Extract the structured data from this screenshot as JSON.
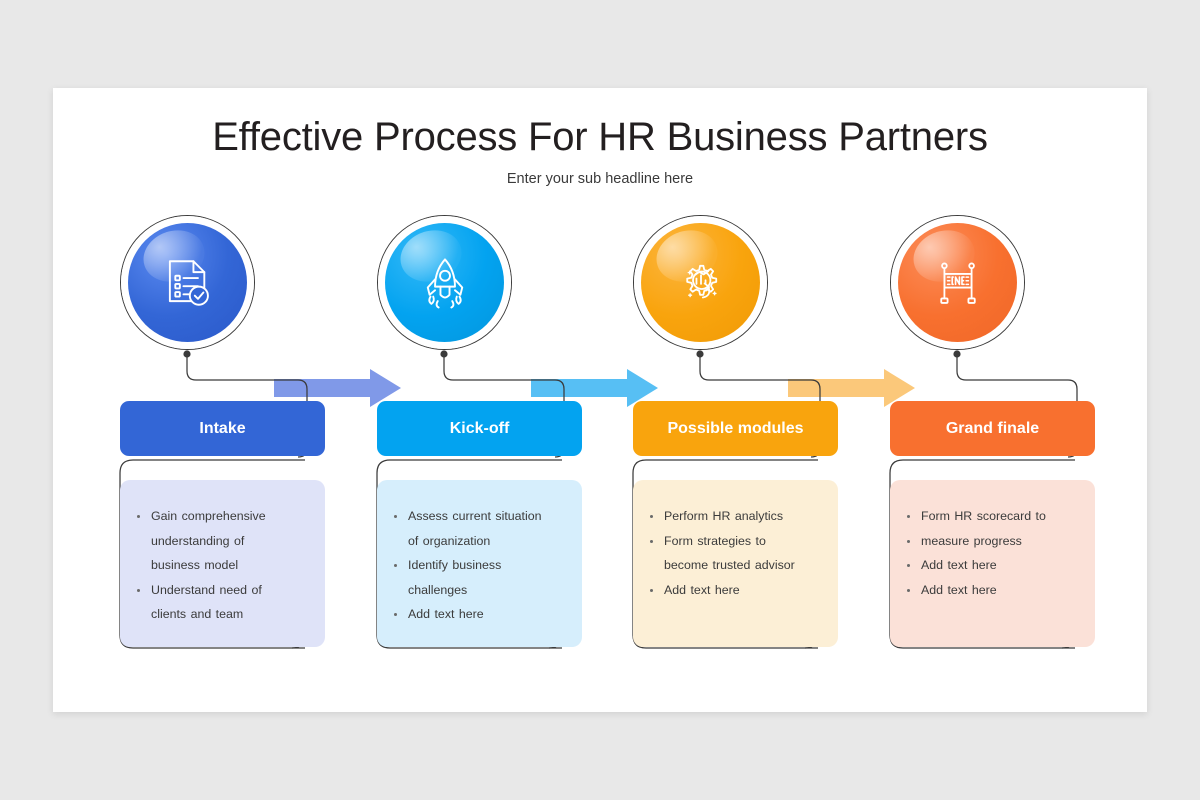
{
  "slide": {
    "title": "Effective Process For HR Business Partners",
    "subtitle": "Enter your sub headline here",
    "background_color": "#e8e8e8",
    "canvas_color": "#ffffff"
  },
  "stages": [
    {
      "id": "intake",
      "label": "Intake",
      "icon": "document-checklist-icon",
      "accent_color": "#3366d6",
      "panel_color": "#dfe3f8",
      "bullets": [
        {
          "text": "Gain comprehensive",
          "continuation": false
        },
        {
          "text": "understanding of",
          "continuation": true
        },
        {
          "text": "business model",
          "continuation": true
        },
        {
          "text": "Understand need of",
          "continuation": false
        },
        {
          "text": "clients and team",
          "continuation": true
        }
      ]
    },
    {
      "id": "kick-off",
      "label": "Kick-off",
      "icon": "rocket-icon",
      "accent_color": "#03a3f0",
      "panel_color": "#d6eefc",
      "bullets": [
        {
          "text": "Assess current situation",
          "continuation": false
        },
        {
          "text": "of organization",
          "continuation": true
        },
        {
          "text": "Identify business",
          "continuation": false
        },
        {
          "text": "challenges",
          "continuation": true
        },
        {
          "text": "Add text here",
          "continuation": false
        }
      ]
    },
    {
      "id": "possible-modules",
      "label": "Possible modules",
      "icon": "gear-analytics-growth-icon",
      "accent_color": "#f9a40d",
      "panel_color": "#fcefd6",
      "bullets": [
        {
          "text": "Perform HR analytics",
          "continuation": false
        },
        {
          "text": "Form strategies to",
          "continuation": false
        },
        {
          "text": "become trusted advisor",
          "continuation": true
        },
        {
          "text": "Add text here",
          "continuation": false
        }
      ]
    },
    {
      "id": "grand-finale",
      "label": "Grand finale",
      "icon": "end-banner-icon",
      "accent_color": "#f8702f",
      "panel_color": "#fbe1d8",
      "bullets": [
        {
          "text": "Form HR scorecard to",
          "continuation": false
        },
        {
          "text": "measure progress",
          "continuation": false
        },
        {
          "text": "Add text here",
          "continuation": false
        },
        {
          "text": "Add text here",
          "continuation": false
        }
      ]
    }
  ],
  "arrows": [
    {
      "name": "arrow-intake-to-kickoff",
      "color": "#8099e8"
    },
    {
      "name": "arrow-kickoff-to-modules",
      "color": "#57bff4"
    },
    {
      "name": "arrow-modules-to-finale",
      "color": "#fbc87a"
    }
  ]
}
